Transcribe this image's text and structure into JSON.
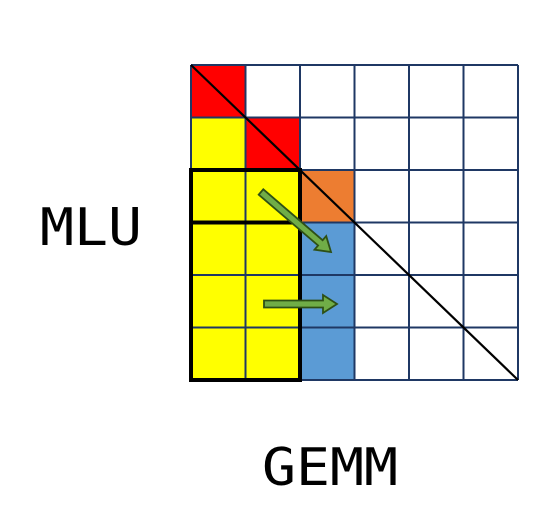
{
  "labels": {
    "left": "MLU",
    "bottom": "GEMM"
  },
  "grid": {
    "rows": 6,
    "cols": 6,
    "line_color": "#1f3864",
    "cells": [
      {
        "row": 0,
        "col": 0,
        "color": "#ff0000"
      },
      {
        "row": 1,
        "col": 0,
        "color": "#ffff00"
      },
      {
        "row": 1,
        "col": 1,
        "color": "#ff0000"
      },
      {
        "row": 2,
        "col": 0,
        "color": "#ffff00"
      },
      {
        "row": 2,
        "col": 1,
        "color": "#ffff00"
      },
      {
        "row": 2,
        "col": 2,
        "color": "#ed7d31"
      },
      {
        "row": 3,
        "col": 0,
        "color": "#ffff00"
      },
      {
        "row": 3,
        "col": 1,
        "color": "#ffff00"
      },
      {
        "row": 3,
        "col": 2,
        "color": "#5b9bd5"
      },
      {
        "row": 4,
        "col": 0,
        "color": "#ffff00"
      },
      {
        "row": 4,
        "col": 1,
        "color": "#ffff00"
      },
      {
        "row": 4,
        "col": 2,
        "color": "#5b9bd5"
      },
      {
        "row": 5,
        "col": 0,
        "color": "#ffff00"
      },
      {
        "row": 5,
        "col": 1,
        "color": "#ffff00"
      },
      {
        "row": 5,
        "col": 2,
        "color": "#5b9bd5"
      }
    ],
    "highlight_boxes": [
      {
        "row_start": 2,
        "col_start": 0,
        "rows": 1,
        "cols": 2
      },
      {
        "row_start": 3,
        "col_start": 0,
        "rows": 3,
        "cols": 2
      }
    ],
    "diagonal": true
  },
  "arrows": [
    {
      "kind": "diagonal",
      "color": "#70ad47"
    },
    {
      "kind": "horizontal",
      "color": "#70ad47"
    }
  ]
}
